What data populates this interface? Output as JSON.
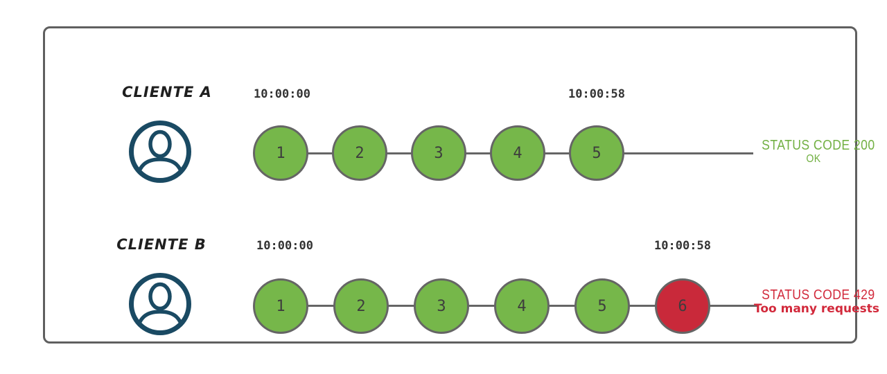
{
  "diagram_title": "rate-limiting comparison of two clients",
  "clients": [
    {
      "name": "CLIENTE A",
      "icon": "user-avatar-icon",
      "start_time": "10:00:00",
      "end_time": "10:00:58",
      "requests": [
        {
          "label": "1",
          "status": "success"
        },
        {
          "label": "2",
          "status": "success"
        },
        {
          "label": "3",
          "status": "success"
        },
        {
          "label": "4",
          "status": "success"
        },
        {
          "label": "5",
          "status": "success"
        }
      ],
      "status_line1": "STATUS CODE 200",
      "status_line2": "OK",
      "status_type": "success"
    },
    {
      "name": "CLIENTE B",
      "icon": "user-avatar-icon",
      "start_time": "10:00:00",
      "end_time": "10:00:58",
      "requests": [
        {
          "label": "1",
          "status": "success"
        },
        {
          "label": "2",
          "status": "success"
        },
        {
          "label": "3",
          "status": "success"
        },
        {
          "label": "4",
          "status": "success"
        },
        {
          "label": "5",
          "status": "success"
        },
        {
          "label": "6",
          "status": "limited"
        }
      ],
      "status_line1": "STATUS CODE 429",
      "status_line2": "Too many requests",
      "status_type": "error"
    }
  ],
  "colors": {
    "success_circle_green": "#76b74a",
    "limited_circle_red": "#c9293a",
    "status_text_green": "#72b043",
    "status_text_red": "#d2293b",
    "connector_gray": "#656565",
    "avatar_navy": "#1a4a63",
    "timestamp_dark": "#333333"
  }
}
